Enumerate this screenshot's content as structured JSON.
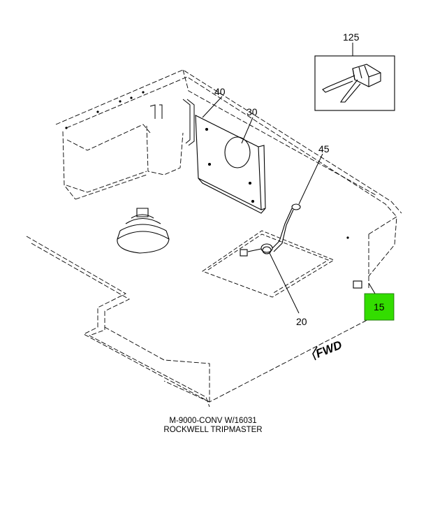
{
  "callouts": {
    "c125": "125",
    "c40": "40",
    "c30": "30",
    "c45": "45",
    "c20": "20",
    "c15": "15"
  },
  "direction_label": "FWD",
  "caption": {
    "line1": "M-9000-CONV W/16031",
    "line2": "ROCKWELL TRIPMASTER"
  },
  "highlight_color": "#33dd00"
}
